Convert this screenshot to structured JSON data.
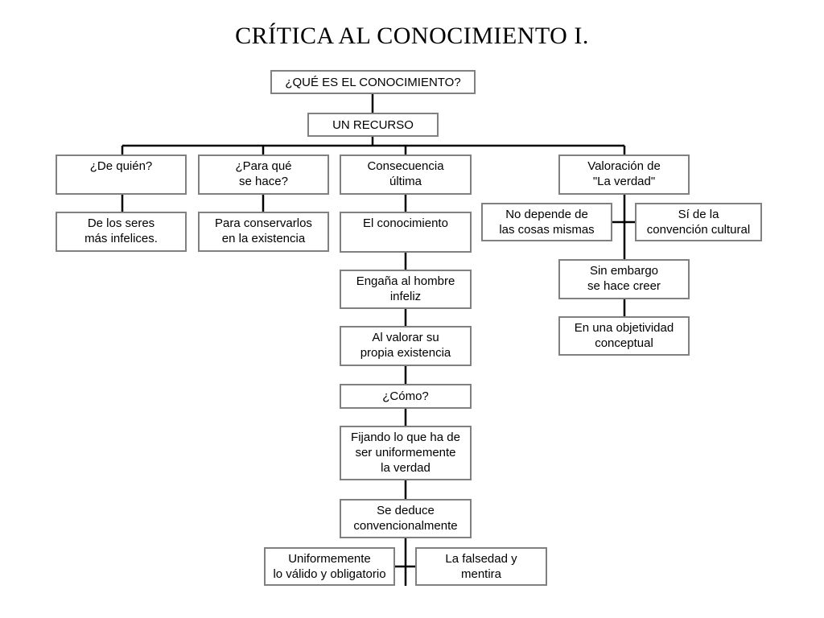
{
  "title": "CRÍTICA AL CONOCIMIENTO I.",
  "nodes": {
    "question": "¿QUÉ ES EL CONOCIMIENTO?",
    "resource": "UN RECURSO",
    "whose": "¿De quién?",
    "purpose": "¿Para qué\nse hace?",
    "consequence": "Consecuencia\núltima",
    "valuation": "Valoración de\n\"La verdad\"",
    "beings": "De los seres\nmás infelices.",
    "conserve": "Para conservarlos\nen la existencia",
    "knowledge": "El conocimiento",
    "deceives": "Engaña al hombre\ninfeliz",
    "values_existence": "Al valorar su\npropia existencia",
    "how": "¿Cómo?",
    "fixing": "Fijando lo que ha de\nser uniformemente\nla verdad",
    "deduced": "Se deduce\nconvencionalmente",
    "uniformly": "Uniformemente\nlo válido y obligatorio",
    "falsehood": "La falsedad y\nmentira",
    "not_depend": "No depende de\nlas cosas mismas",
    "yes_convention": "Sí de la\nconvención cultural",
    "however": "Sin embargo\nse hace creer",
    "objectivity": "En una objetividad\nconceptual"
  },
  "colors": {
    "border": "#808080",
    "line": "#000000",
    "text": "#000000"
  }
}
